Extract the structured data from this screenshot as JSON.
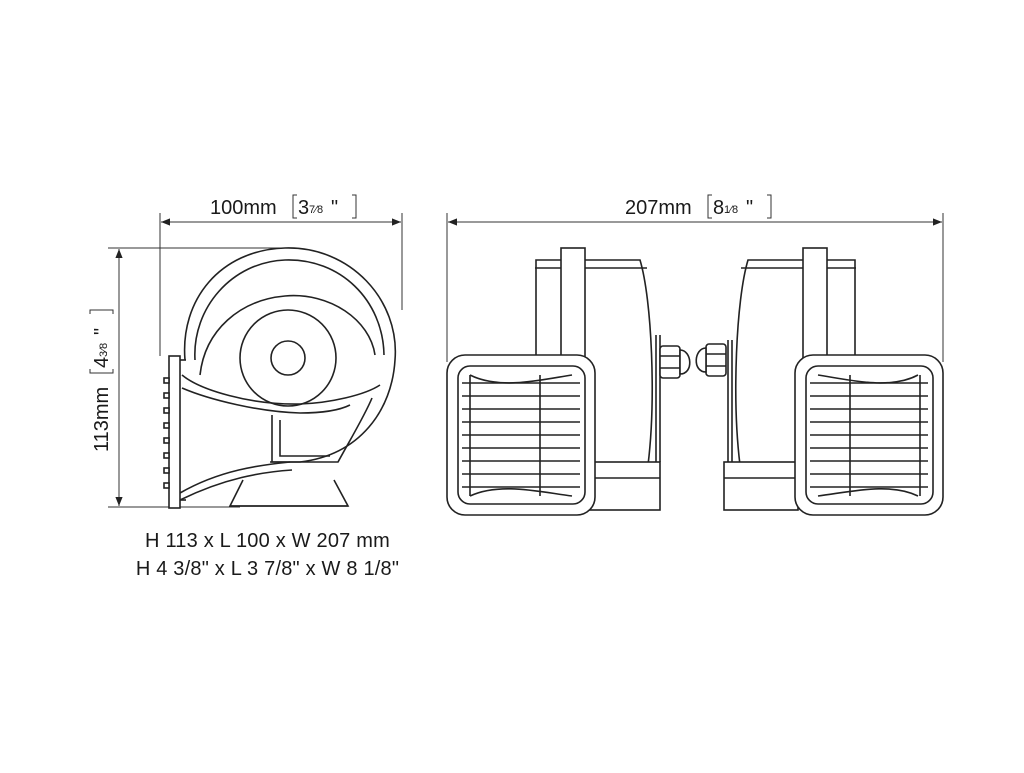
{
  "dimensions": {
    "length": {
      "metric": "100mm",
      "imperial_whole": "3",
      "imperial_fraction": "7⁄8",
      "imperial_mark": "\""
    },
    "height": {
      "metric": "113mm",
      "imperial_whole": "4",
      "imperial_fraction": "3⁄8",
      "imperial_mark": "\""
    },
    "width": {
      "metric": "207mm",
      "imperial_whole": "8",
      "imperial_fraction": "1⁄8",
      "imperial_mark": "\""
    }
  },
  "captions": {
    "metric": "H 113 x L 100 x W 207 mm",
    "imperial": "H 4 3/8\" x L 3 7/8\" x W 8 1/8\""
  },
  "colors": {
    "line": "#222222",
    "background": "#ffffff"
  }
}
